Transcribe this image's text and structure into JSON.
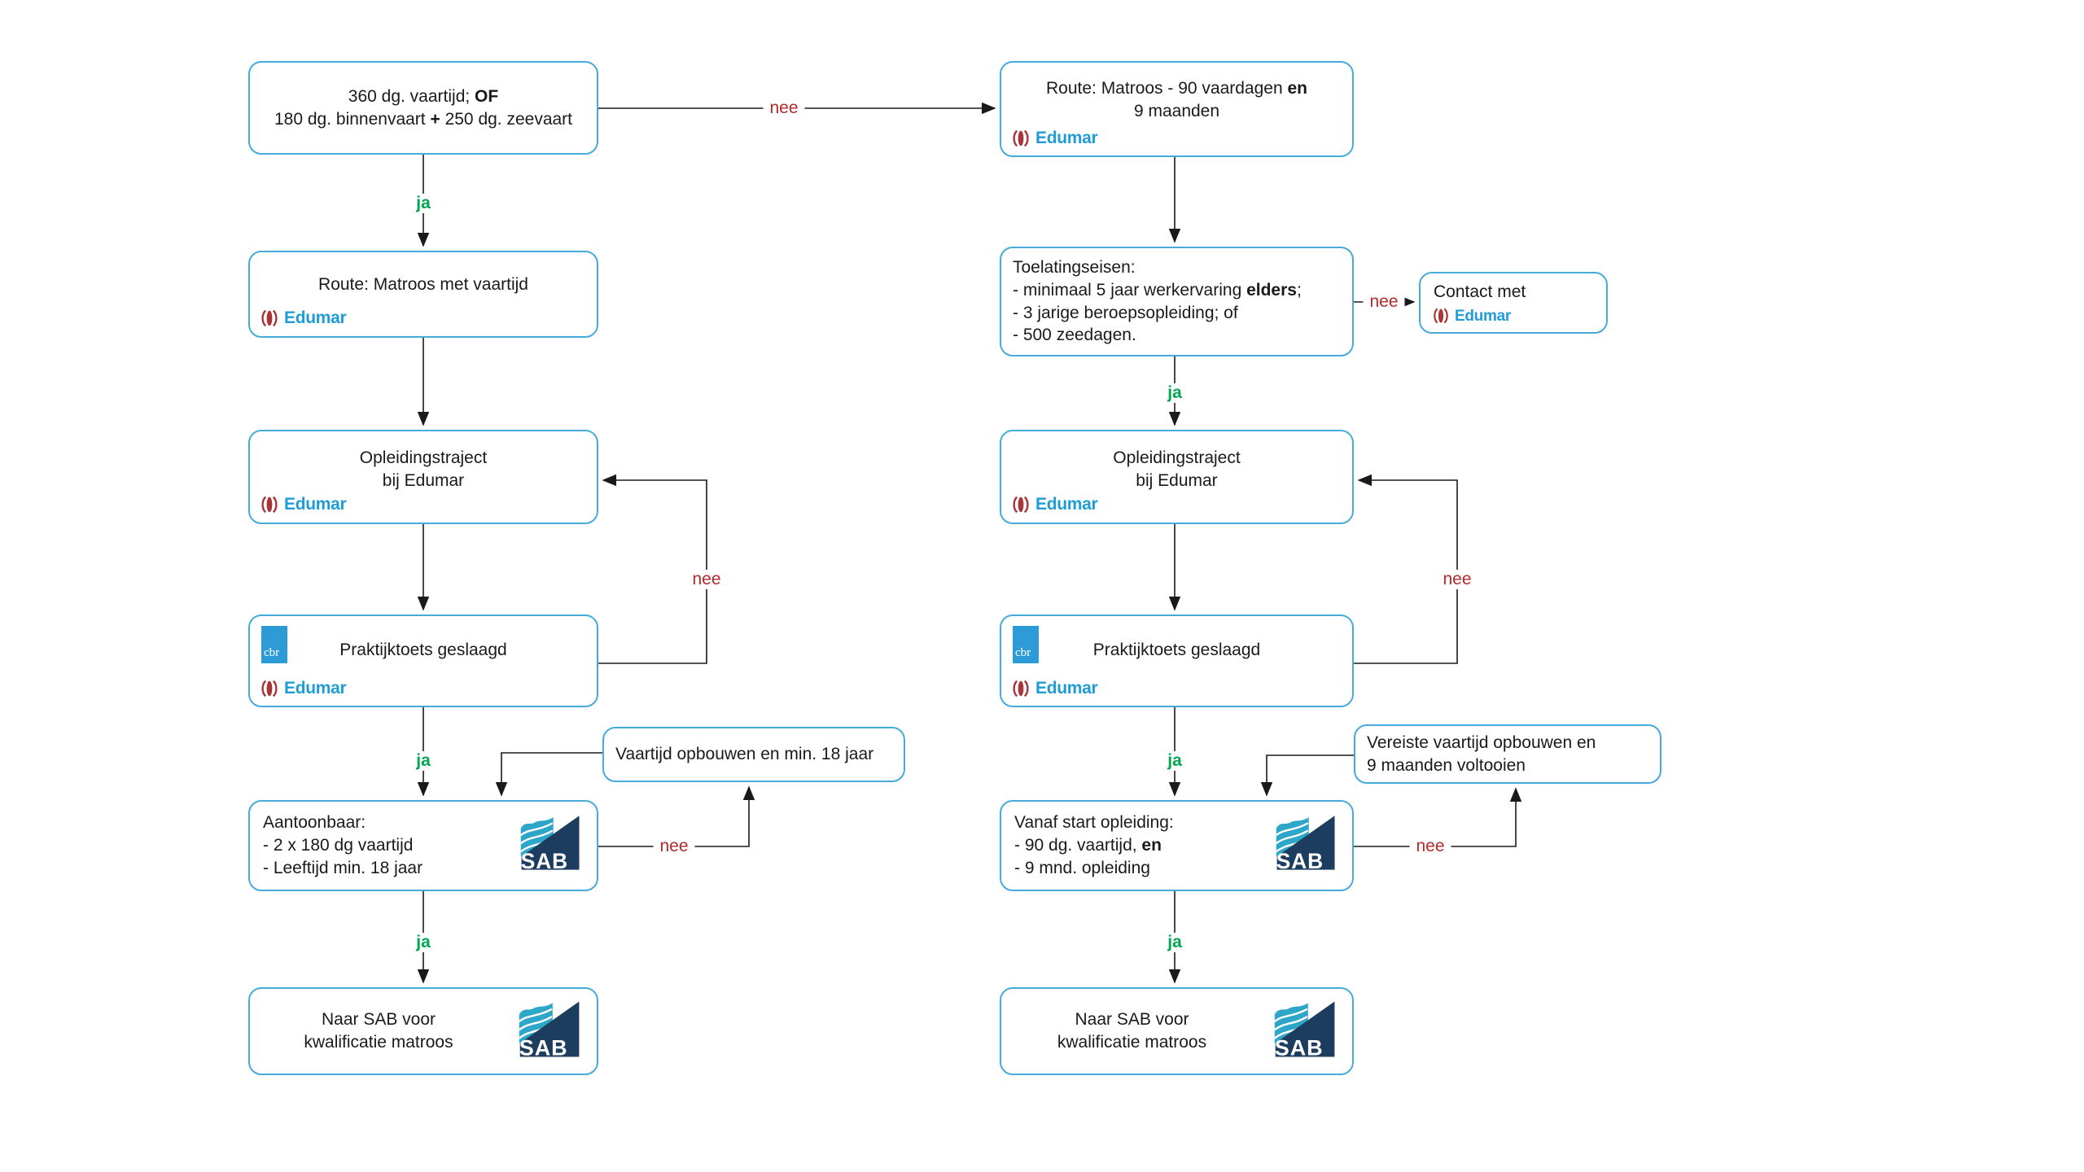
{
  "edges": {
    "ja": "ja",
    "nee": "nee"
  },
  "logos": {
    "edumar": "Edumar",
    "cbr": "cbr",
    "sab": "SAB"
  },
  "colors": {
    "box_border": "#45ABDB",
    "ja_green": "#00A650",
    "nee_red": "#B22B2B",
    "edumar_blue": "#1F9CD6",
    "edumar_red": "#A93439",
    "cbr_blue": "#2D9BD5",
    "sab_navy": "#1C3D5E",
    "sab_teal": "#2EA6C9"
  },
  "nodes": {
    "start_left": {
      "line1_a": "360 dg. vaartijd; ",
      "line1_b": "OF",
      "line2_a": "180 dg. binnenvaart ",
      "line2_b": "+",
      "line2_c": " 250 dg. zeevaart"
    },
    "route_matroos_vaardagen": {
      "line1_a": "Route: Matroos - 90 vaardagen ",
      "line1_b": "en",
      "line2": "9 maanden"
    },
    "route_matroos_vaartijd": {
      "line1": "Route: Matroos met vaartijd"
    },
    "toelatingseisen": {
      "line1": "Toelatingseisen:",
      "line2_a": "- minimaal 5 jaar werkervaring ",
      "line2_b": "elders",
      "line2_c": ";",
      "line3": "- 3 jarige beroepsopleiding; of",
      "line4": "- 500 zeedagen."
    },
    "contact": {
      "line1": "Contact met"
    },
    "opleidingstraject_left": {
      "line1": "Opleidingstraject",
      "line2": "bij Edumar"
    },
    "opleidingstraject_right": {
      "line1": "Opleidingstraject",
      "line2": "bij Edumar"
    },
    "praktijktoets_left": {
      "line1": "Praktijktoets geslaagd"
    },
    "praktijktoets_right": {
      "line1": "Praktijktoets geslaagd"
    },
    "vaartijd_opbouwen": {
      "line1": "Vaartijd opbouwen en min. 18 jaar"
    },
    "vereiste_vaartijd": {
      "line1": "Vereiste vaartijd opbouwen en",
      "line2": "9 maanden voltooien"
    },
    "aantoonbaar": {
      "line1": "Aantoonbaar:",
      "line2": "- 2 x 180 dg vaartijd",
      "line3": "- Leeftijd min. 18 jaar"
    },
    "vanaf_start": {
      "line1": "Vanaf start opleiding:",
      "line2_a": "- 90 dg. vaartijd, ",
      "line2_b": "en",
      "line3": "- 9 mnd. opleiding"
    },
    "naar_sab_left": {
      "line1": "Naar SAB voor",
      "line2": "kwalificatie matroos"
    },
    "naar_sab_right": {
      "line1": "Naar SAB voor",
      "line2": "kwalificatie matroos"
    }
  }
}
